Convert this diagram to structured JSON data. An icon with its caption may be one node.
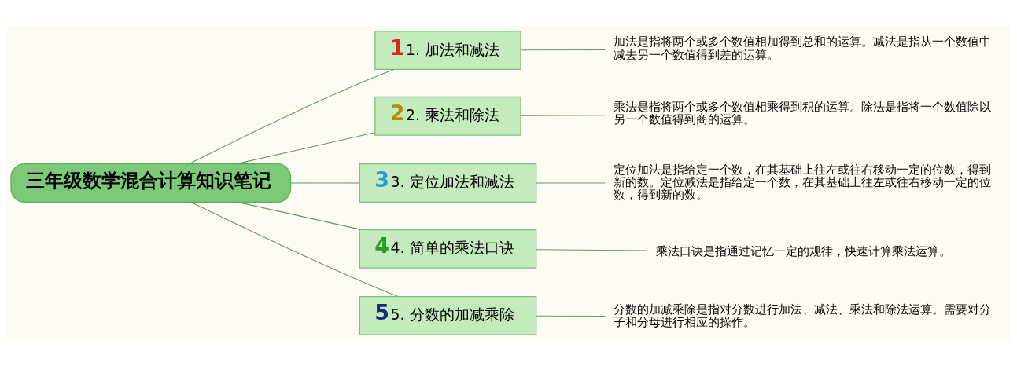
{
  "diagram": {
    "nodes": [
      {
        "text": [
          "三年级数学混合计算知识笔记"
        ]
      },
      {
        "text": [
          "1",
          "1. 加法和减法"
        ]
      },
      {
        "text": [
          "2",
          "2. 乘法和除法"
        ]
      },
      {
        "text": [
          "3",
          "3. 定位加法和减法"
        ]
      },
      {
        "text": [
          "4",
          "4. 简单的乘法口诀"
        ]
      },
      {
        "text": [
          "5",
          "5. 分数的加减乘除"
        ]
      },
      {
        "text": [
          "加法是指将两个或多个数值相加得到总和的运算。减法是指从一个数值中减去另一个数值得到差的运算。"
        ]
      },
      {
        "text": [
          "乘法是指将两个或多个数值相乘得到积的运算。除法是指将一个数值除以另一个数值得到商的运算。"
        ]
      },
      {
        "text": [
          "定位加法是指给定一个数，在其基础上往左或往右移动一定的位数，得到新的数。定位减法是指给定一个数，在其基础上往左或往右移动一定的位数，得到新的数。"
        ]
      },
      {
        "text": [
          "乘法口诀是指通过记忆一定的规律，快速计算乘法运算。"
        ]
      },
      {
        "text": [
          "分数的加减乘除是指对分数进行加法、减法、乘法和除法运算。需要对分子和分母进行相应的操作。"
        ]
      }
    ],
    "edges": [
      {
        "from": 0,
        "to": 1,
        "arrow": "none"
      },
      {
        "from": 0,
        "to": 2,
        "arrow": "none"
      },
      {
        "from": 0,
        "to": 3,
        "arrow": "none"
      },
      {
        "from": 0,
        "to": 4,
        "arrow": "none"
      },
      {
        "from": 0,
        "to": 5,
        "arrow": "none"
      },
      {
        "from": 1,
        "to": 6,
        "arrow": "none"
      },
      {
        "from": 2,
        "to": 7,
        "arrow": "none"
      },
      {
        "from": 3,
        "to": 8,
        "arrow": "none"
      },
      {
        "from": 4,
        "to": 9,
        "arrow": "none"
      },
      {
        "from": 5,
        "to": 10,
        "arrow": "none"
      }
    ]
  }
}
